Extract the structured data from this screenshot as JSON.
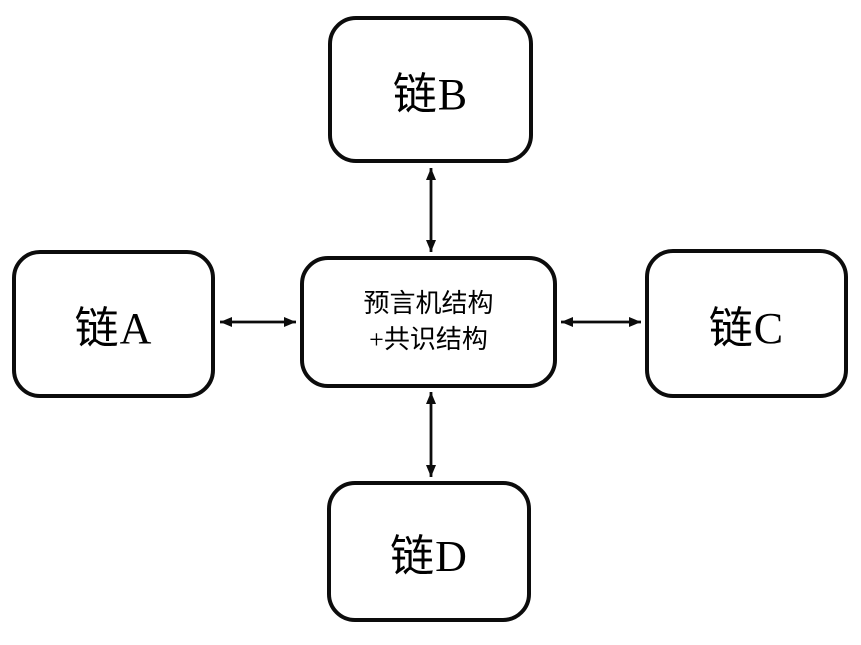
{
  "diagram": {
    "nodes": {
      "top": {
        "label": "链B"
      },
      "left": {
        "label": "链A"
      },
      "right": {
        "label": "链C"
      },
      "bottom": {
        "label": "链D"
      },
      "center": {
        "line1": "预言机结构",
        "line2": "+共识结构"
      }
    },
    "connections": [
      {
        "from": "center",
        "to": "top",
        "style": "double-arrow"
      },
      {
        "from": "center",
        "to": "left",
        "style": "double-arrow"
      },
      {
        "from": "center",
        "to": "right",
        "style": "double-arrow"
      },
      {
        "from": "center",
        "to": "bottom",
        "style": "double-arrow"
      }
    ],
    "colors": {
      "stroke": "#0c0c0c",
      "fill": "#ffffff",
      "text": "#000000"
    }
  }
}
